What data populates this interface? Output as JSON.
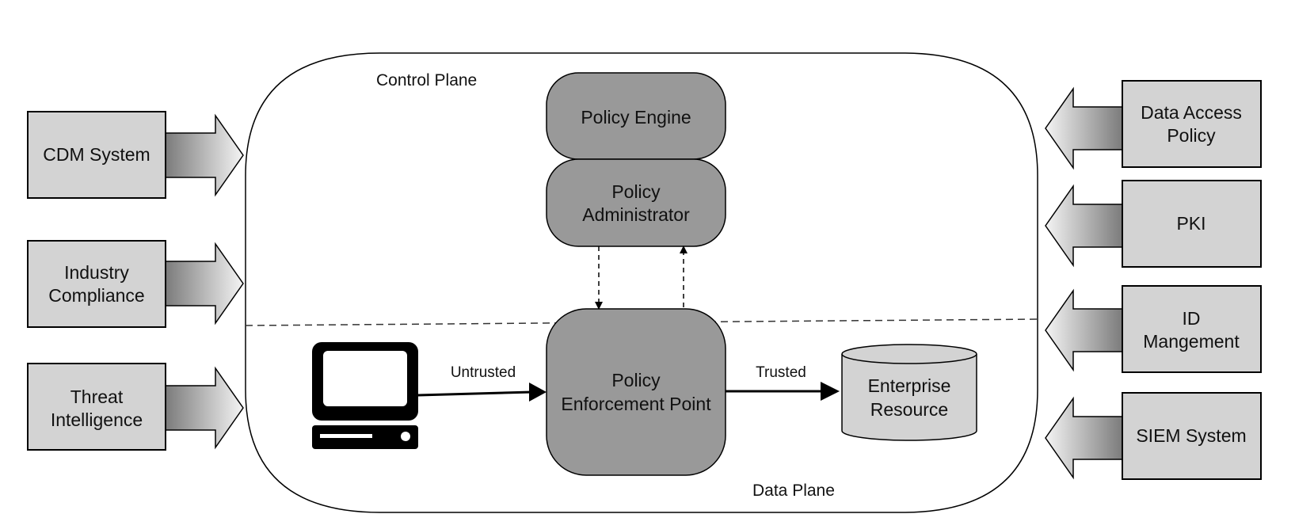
{
  "diagram": {
    "planes": {
      "control_label": "Control Plane",
      "data_label": "Data Plane"
    },
    "left_inputs": [
      {
        "line1": "CDM System",
        "line2": ""
      },
      {
        "line1": "Industry",
        "line2": "Compliance"
      },
      {
        "line1": "Threat",
        "line2": "Intelligence"
      }
    ],
    "right_inputs": [
      {
        "line1": "Data Access",
        "line2": "Policy"
      },
      {
        "line1": "PKI",
        "line2": ""
      },
      {
        "line1": "ID",
        "line2": "Mangement"
      },
      {
        "line1": "SIEM System",
        "line2": ""
      }
    ],
    "policy_engine": {
      "label": "Policy Engine"
    },
    "policy_administrator": {
      "line1": "Policy",
      "line2": "Administrator"
    },
    "pep": {
      "line1": "Policy",
      "line2": "Enforcement Point"
    },
    "enterprise_resource": {
      "line1": "Enterprise",
      "line2": "Resource"
    },
    "flows": {
      "untrusted": "Untrusted",
      "trusted": "Trusted"
    },
    "subject_icon": "computer-terminal-icon",
    "colors": {
      "box_fill": "#d3d3d3",
      "policy_fill": "#999999",
      "arrow_dark": "#808080",
      "arrow_light": "#f2f2f2",
      "stroke": "#000000"
    }
  }
}
